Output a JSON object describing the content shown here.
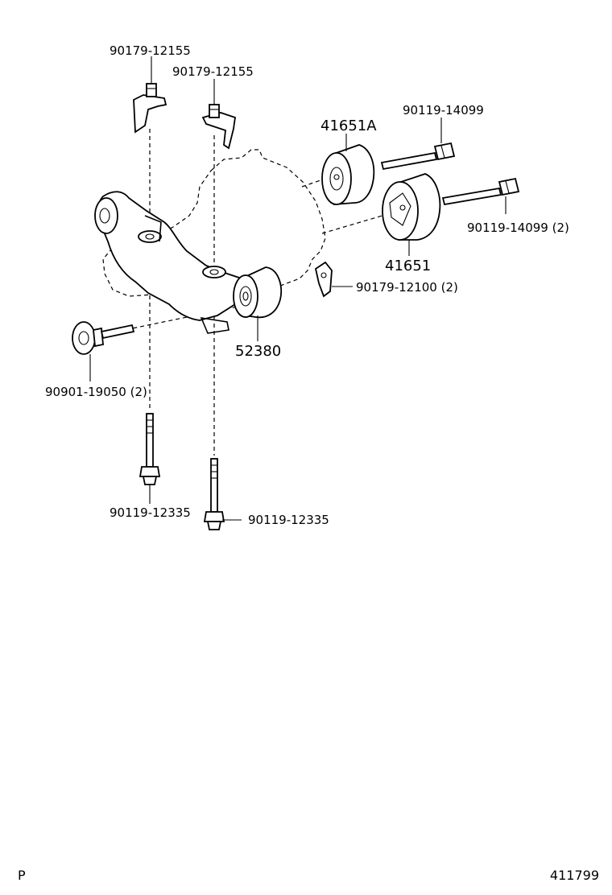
{
  "colors": {
    "line": "#000000",
    "background": "#ffffff"
  },
  "labels": {
    "bracket_bolt_left": "90179-12155",
    "bracket_bolt_right": "90179-12155",
    "cushion_a": "41651A",
    "long_bolt_upper": "90119-14099",
    "long_bolt_lower": "90119-14099 (2)",
    "cushion": "41651",
    "small_nut": "90179-12100 (2)",
    "carrier_cushion": "52380",
    "washer_bolt": "90901-19050 (2)",
    "stud_bolt_left": "90119-12335",
    "stud_bolt_right": "90119-12335"
  },
  "footer": {
    "page_marker": "P",
    "diagram_id": "411799"
  }
}
